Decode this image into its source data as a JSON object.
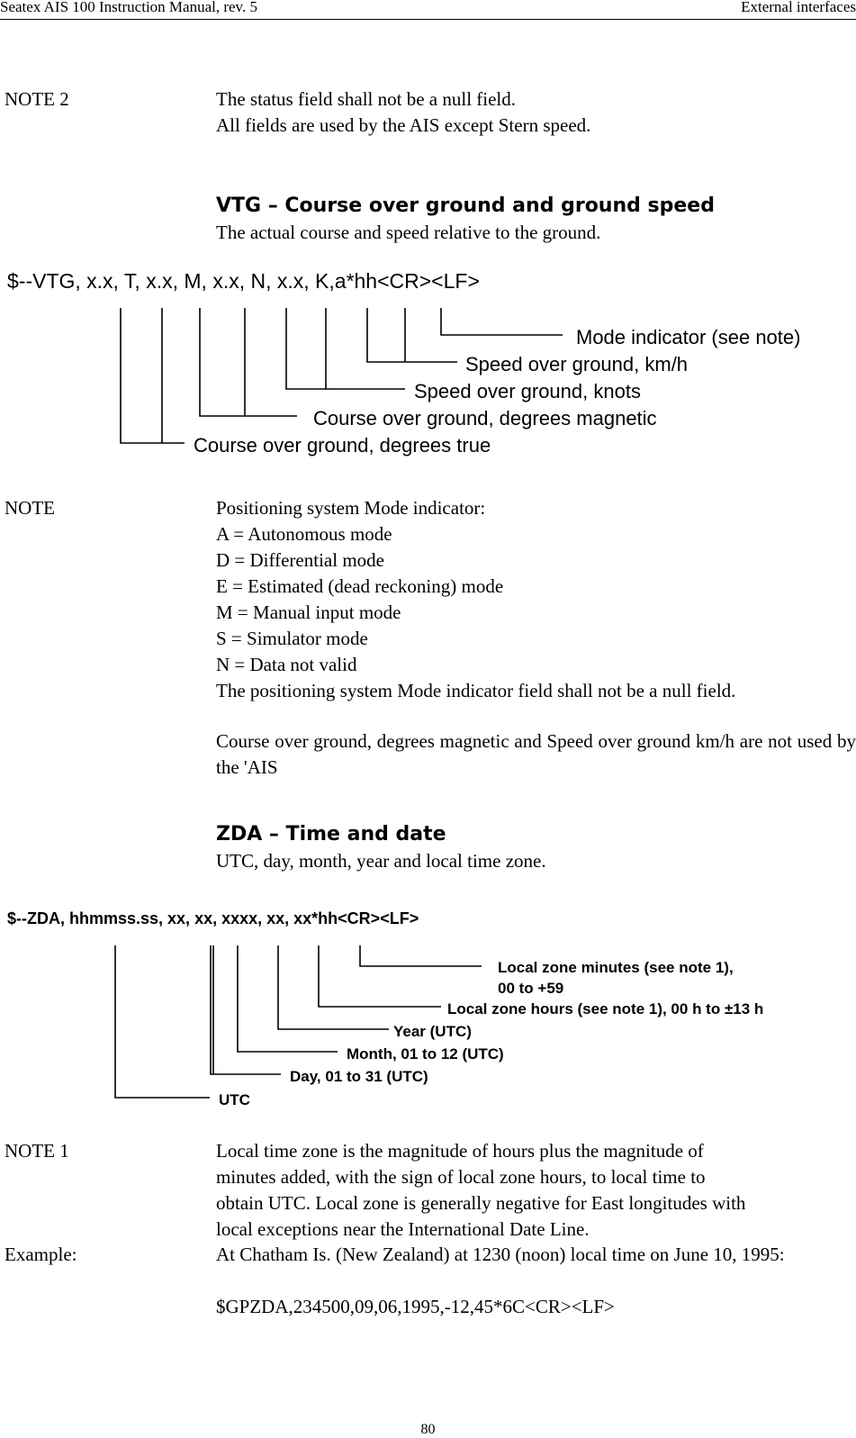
{
  "header": {
    "left": "Seatex AIS 100 Instruction Manual, rev. 5",
    "right": "External interfaces"
  },
  "note2": {
    "label": "NOTE 2",
    "lines": [
      "The status field shall not be a null field.",
      "All fields are used by the AIS except Stern speed."
    ]
  },
  "vtg": {
    "heading": "VTG – Course over ground and ground speed",
    "description": "The actual course and speed relative to the ground.",
    "sentence": "$--VTG, x.x, T, x.x, M, x.x, N, x.x, K,a*hh<CR><LF>",
    "fields": [
      "Mode indicator (see note)",
      "Speed over ground, km/h",
      "Speed over ground, knots",
      "Course over ground, degrees magnetic",
      "Course over ground, degrees true"
    ]
  },
  "vtg_note": {
    "label": "NOTE",
    "lines": [
      "Positioning system Mode indicator:",
      "A = Autonomous mode",
      "D = Differential mode",
      "E = Estimated (dead reckoning) mode",
      "M = Manual input mode",
      "S = Simulator mode",
      "N = Data not valid",
      "The positioning system Mode indicator field shall not be a null field."
    ],
    "paragraph": "Course over ground, degrees magnetic and Speed over ground km/h are not used by the 'AIS"
  },
  "zda": {
    "heading": "ZDA – Time and date",
    "description": "UTC, day, month, year and local time zone.",
    "sentence": "$--ZDA, hhmmss.ss, xx, xx, xxxx, xx, xx*hh<CR><LF>",
    "fields": [
      "Local zone minutes (see note 1),",
      "00 to +59",
      "Local zone hours (see note 1), 00 h to ±13 h",
      "Year (UTC)",
      "Month, 01 to 12 (UTC)",
      "Day, 01 to 31 (UTC)",
      "UTC"
    ]
  },
  "note1": {
    "label": "NOTE 1",
    "lines": [
      "Local time zone is the magnitude of hours plus the magnitude of",
      "minutes added, with the sign of local zone hours, to local time to",
      "obtain UTC. Local zone is generally negative for East longitudes with",
      "local exceptions near the International Date Line."
    ]
  },
  "example": {
    "label": "Example:",
    "paragraph": "At Chatham Is. (New Zealand) at 1230 (noon) local time on June 10, 1995:",
    "code": "$GPZDA,234500,09,06,1995,-12,45*6C<CR><LF>"
  },
  "footer": {
    "page_number": "80"
  }
}
